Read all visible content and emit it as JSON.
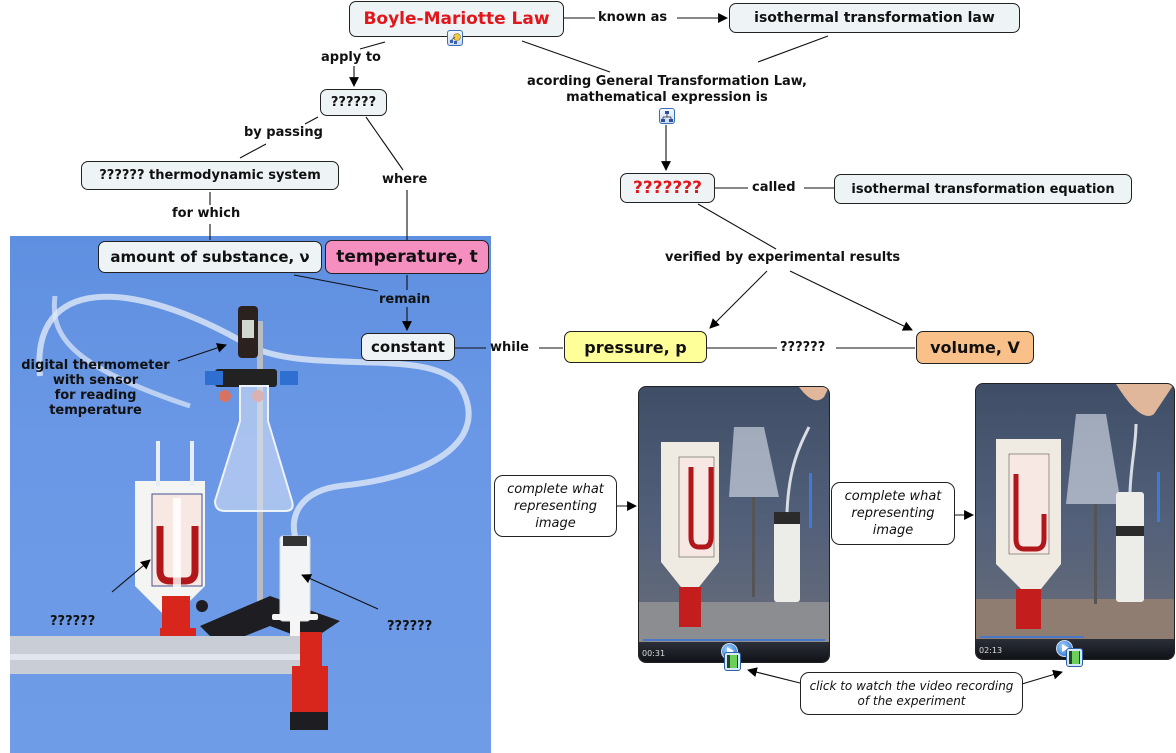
{
  "concept_map": {
    "title": "Boyle-Mariotte Law",
    "nodes": {
      "boyle": "Boyle-Mariotte Law",
      "iso_law": "isothermal transformation law",
      "q_apply": "??????",
      "q_system": "?????? thermodynamic system",
      "amount": "amount of substance, ν",
      "temperature": "temperature, t",
      "constant": "constant",
      "q_expression": "???????",
      "iso_eq": "isothermal transformation equation",
      "pressure": "pressure, p",
      "volume": "volume, V"
    },
    "links": {
      "known_as": "known as",
      "apply_to": "apply to",
      "by_passing": "by passing",
      "where": "where",
      "for_which": "for which",
      "remain": "remain",
      "according_1": "acording General Transformation Law,",
      "according_2": "mathematical expression is",
      "called": "called",
      "verified": "verified by experimental results",
      "while": "while",
      "q_relation": "??????"
    },
    "annotations": {
      "thermometer": [
        "digital thermometer",
        "with sensor",
        "for reading",
        "temperature"
      ],
      "q_manometer": "??????",
      "q_syringe": "??????",
      "complete_1": [
        "complete what",
        "representing",
        "image"
      ],
      "complete_2": [
        "complete what",
        "representing",
        "image"
      ],
      "watch": [
        "click to watch the video recording",
        "of the experiment"
      ]
    },
    "videos": [
      {
        "time": "00:31",
        "direction": "up"
      },
      {
        "time": "02:13",
        "direction": "down"
      }
    ],
    "icons": {
      "boyle_link": "concept-map-link-icon",
      "expression_link": "hierarchy-link-icon",
      "video_link": "film-icon"
    },
    "colors": {
      "title_red": "#e0161b",
      "node_bg": "#eef4f6",
      "temperature_bg": "#f58fc0",
      "pressure_bg": "#ffff99",
      "volume_bg": "#f9c08a",
      "photo_blue": "#6a98e6"
    }
  }
}
